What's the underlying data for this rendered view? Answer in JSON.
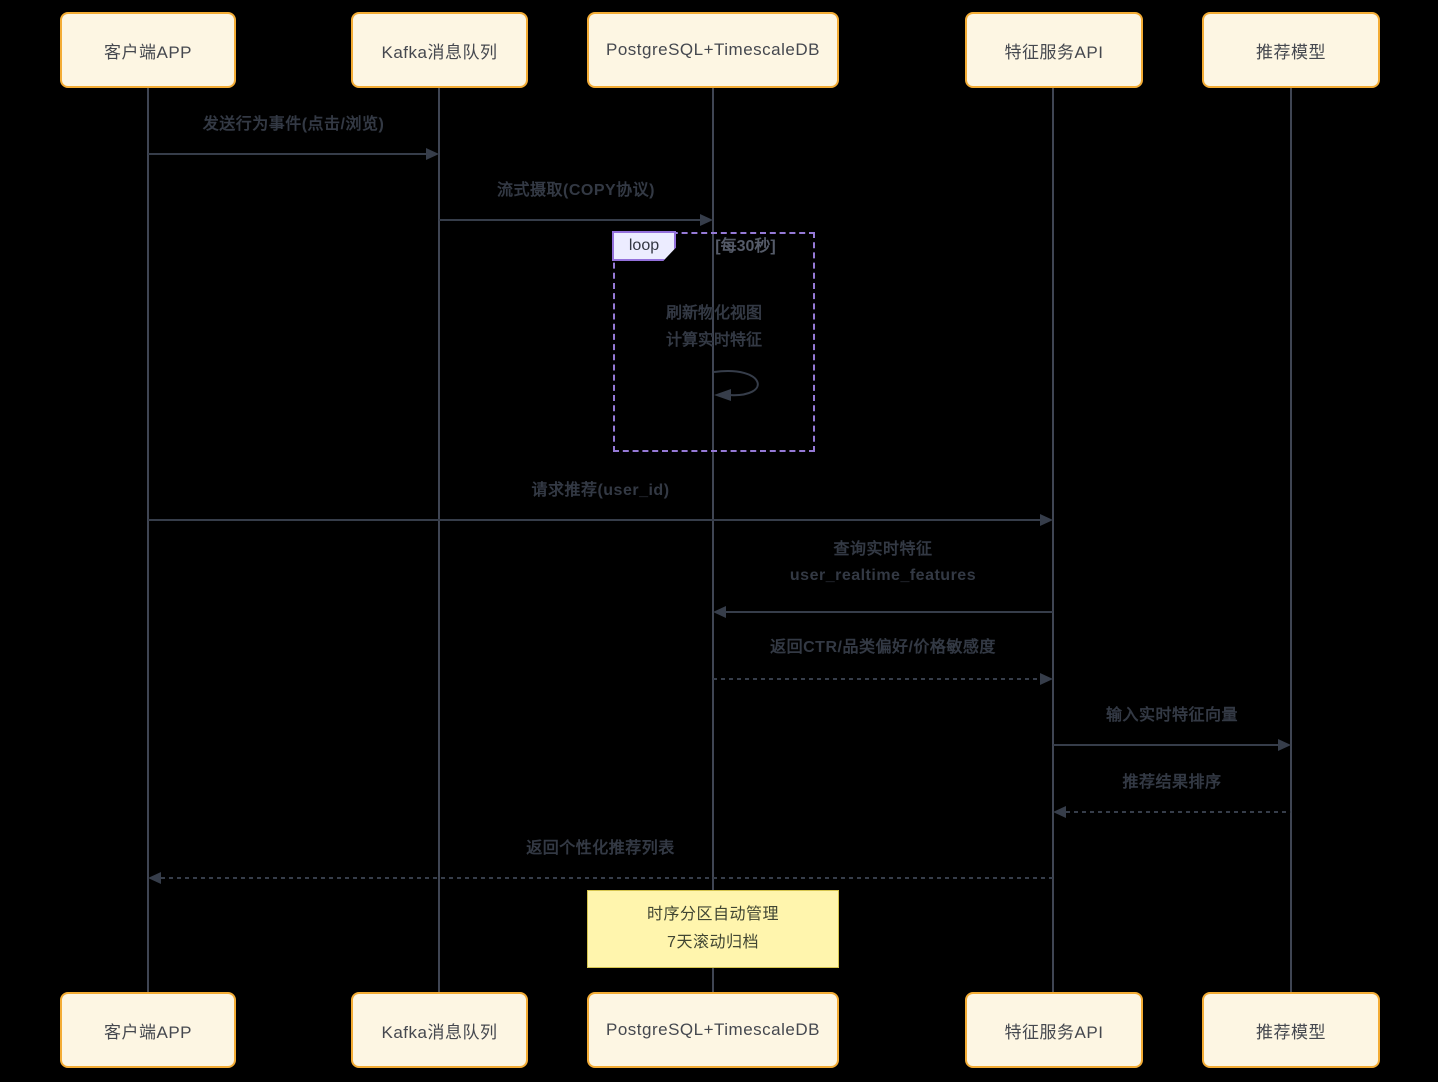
{
  "diagram_type": "sequence-diagram",
  "actors": [
    {
      "label": "客户端APP"
    },
    {
      "label": "Kafka消息队列"
    },
    {
      "label": "PostgreSQL+TimescaleDB"
    },
    {
      "label": "特征服务API"
    },
    {
      "label": "推荐模型"
    }
  ],
  "messages": [
    {
      "from": "客户端APP",
      "to": "Kafka消息队列",
      "line": "solid",
      "label": "发送行为事件(点击/浏览)"
    },
    {
      "from": "Kafka消息队列",
      "to": "PostgreSQL+TimescaleDB",
      "line": "solid",
      "label": "流式摄取(COPY协议)"
    },
    {
      "from": "客户端APP",
      "to": "特征服务API",
      "line": "solid",
      "label": "请求推荐(user_id)"
    },
    {
      "from": "特征服务API",
      "to": "PostgreSQL+TimescaleDB",
      "line": "solid",
      "label_line1": "查询实时特征",
      "label_line2": "user_realtime_features"
    },
    {
      "from": "PostgreSQL+TimescaleDB",
      "to": "特征服务API",
      "line": "dashed",
      "label": "返回CTR/品类偏好/价格敏感度"
    },
    {
      "from": "特征服务API",
      "to": "推荐模型",
      "line": "solid",
      "label": "输入实时特征向量"
    },
    {
      "from": "推荐模型",
      "to": "特征服务API",
      "line": "dashed",
      "label": "推荐结果排序"
    },
    {
      "from": "特征服务API",
      "to": "客户端APP",
      "line": "dashed",
      "label": "返回个性化推荐列表"
    }
  ],
  "loop": {
    "keyword": "loop",
    "condition": "[每30秒]",
    "actor": "PostgreSQL+TimescaleDB",
    "body_line1": "刷新物化视图",
    "body_line2": "计算实时特征"
  },
  "note": {
    "actor": "PostgreSQL+TimescaleDB",
    "line1": "时序分区自动管理",
    "line2": "7天滚动归档"
  },
  "colors": {
    "background": "#000000",
    "actor_fill": "#fdf6e3",
    "actor_border": "#f3ac35",
    "note_fill": "#fff5ad",
    "note_border": "#d6c54f",
    "loop_border": "#9579d6",
    "loop_label_fill": "#ececff",
    "loop_label_border": "#9370db",
    "message_text": "#333944",
    "arrow": "#363d4a",
    "lifeline": "#3f4553"
  }
}
